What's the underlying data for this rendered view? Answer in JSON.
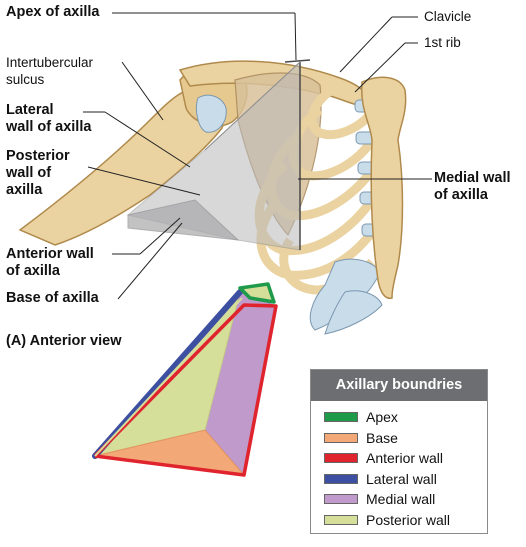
{
  "labels": {
    "apex": "Apex of axilla",
    "clavicle": "Clavicle",
    "first_rib": "1st rib",
    "intertubercular_line1": "Intertubercular",
    "intertubercular_line2": "sulcus",
    "lateral_line1": "Lateral",
    "lateral_line2": "wall of axilla",
    "posterior_line1": "Posterior",
    "posterior_line2": "wall of",
    "posterior_line3": "axilla",
    "medial_line1": "Medial wall",
    "medial_line2": "of axilla",
    "anterior_line1": "Anterior wall",
    "anterior_line2": "of axilla",
    "base": "Base of axilla",
    "view": "(A) Anterior view"
  },
  "legend": {
    "title": "Axillary boundries",
    "items": [
      {
        "label": "Apex",
        "color": "#1f9a4a"
      },
      {
        "label": "Base",
        "color": "#f2a877"
      },
      {
        "label": "Anterior wall",
        "color": "#e0242e"
      },
      {
        "label": "Lateral wall",
        "color": "#3d4fa0"
      },
      {
        "label": "Medial wall",
        "color": "#bf9acb"
      },
      {
        "label": "Posterior wall",
        "color": "#d6df9a"
      }
    ]
  },
  "colors": {
    "bone": "#ead3a0",
    "bone_outline": "#b08a4c",
    "cartilage": "#c9dcea",
    "axilla_box": "#b9b9bb"
  }
}
